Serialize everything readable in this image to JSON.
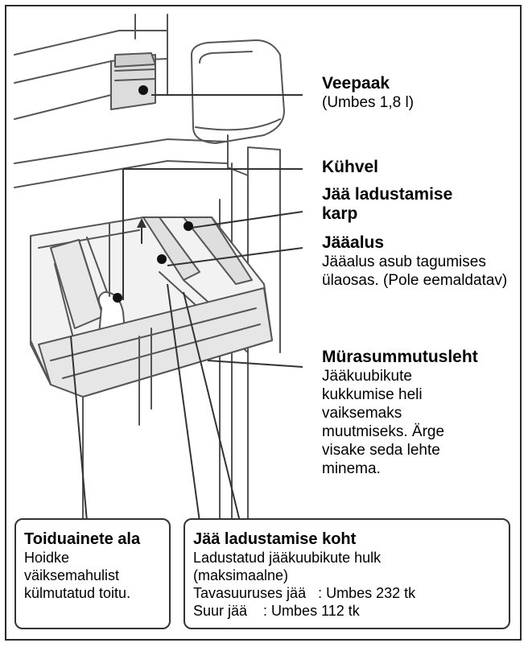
{
  "callouts": {
    "veepaak": {
      "title": "Veepaak",
      "desc": "(Umbes 1,8 l)"
    },
    "kuhvel": {
      "title": "Kühvel"
    },
    "karp": {
      "title": "Jää ladustamise karp"
    },
    "jaaalus": {
      "title": "Jääalus",
      "desc": "Jääalus asub tagumises ülaosas. (Pole eemaldatav)"
    },
    "murasummutus": {
      "title": "Mürasummutusleht",
      "desc": "Jääkuubikute kukkumise heli vaiksemaks muutmiseks. Ärge visake seda lehte minema."
    }
  },
  "boxes": {
    "toiduainete": {
      "title": "Toiduainete ala",
      "desc": "Hoidke väiksemahulist külmutatud toitu."
    },
    "ladustamise": {
      "title": "Jää ladustamise koht",
      "desc": "Ladustatud jääkuubikute hulk (maksimaalne)",
      "row1": "Tavasuuruses jää   : Umbes 232 tk",
      "row2": "Suur jää    : Umbes 112 tk"
    }
  }
}
